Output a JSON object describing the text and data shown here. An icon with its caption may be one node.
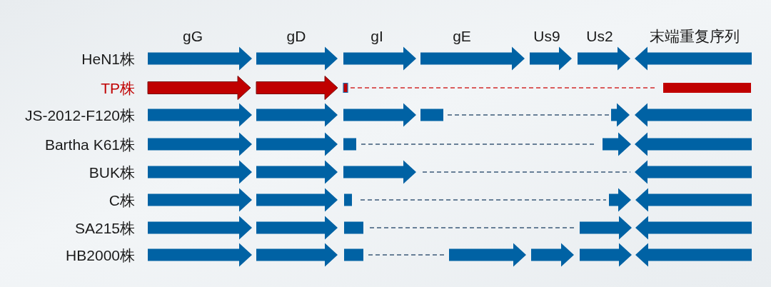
{
  "diagram": {
    "nodes": [
      {
        "text": [],
        "shape": "bar"
      }
    ],
    "labels": [
      "gG",
      "gD",
      "gI",
      "gE",
      "Us9",
      "Us2",
      "末端重复序列",
      "HeN1株",
      "TP株",
      "JS-2012-F120株",
      "Bartha K61株",
      "BUK株",
      "C株",
      "SA215株",
      "HB2000株"
    ]
  }
}
